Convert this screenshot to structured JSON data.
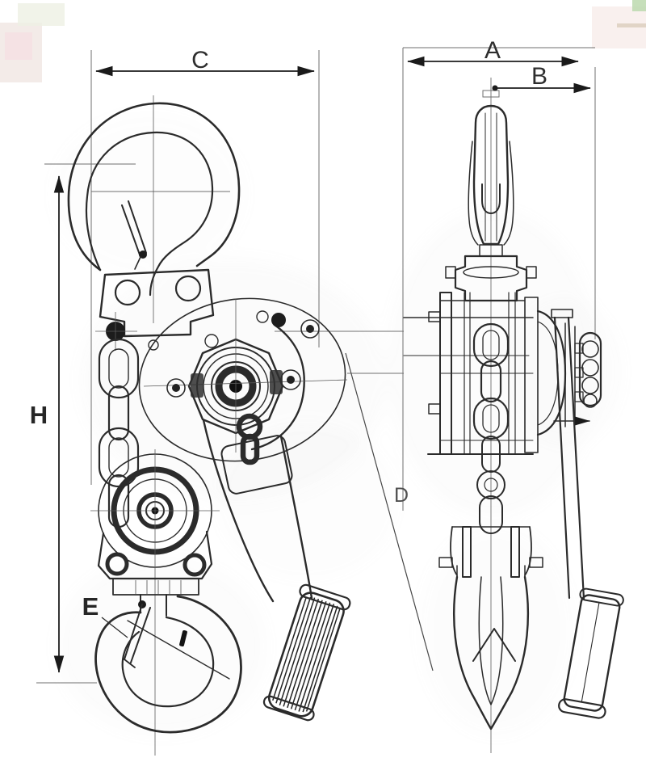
{
  "diagram": {
    "dimension_labels": {
      "a": "A",
      "b": "B",
      "c": "C",
      "d": "D",
      "e": "E",
      "h": "H"
    },
    "colors": {
      "ink": "#2b2b2b",
      "paper": "#ffffff",
      "construction_line": "#6f6f6f",
      "artifact_pink": "#f6e4e4",
      "artifact_green": "#bcd9ae"
    }
  }
}
